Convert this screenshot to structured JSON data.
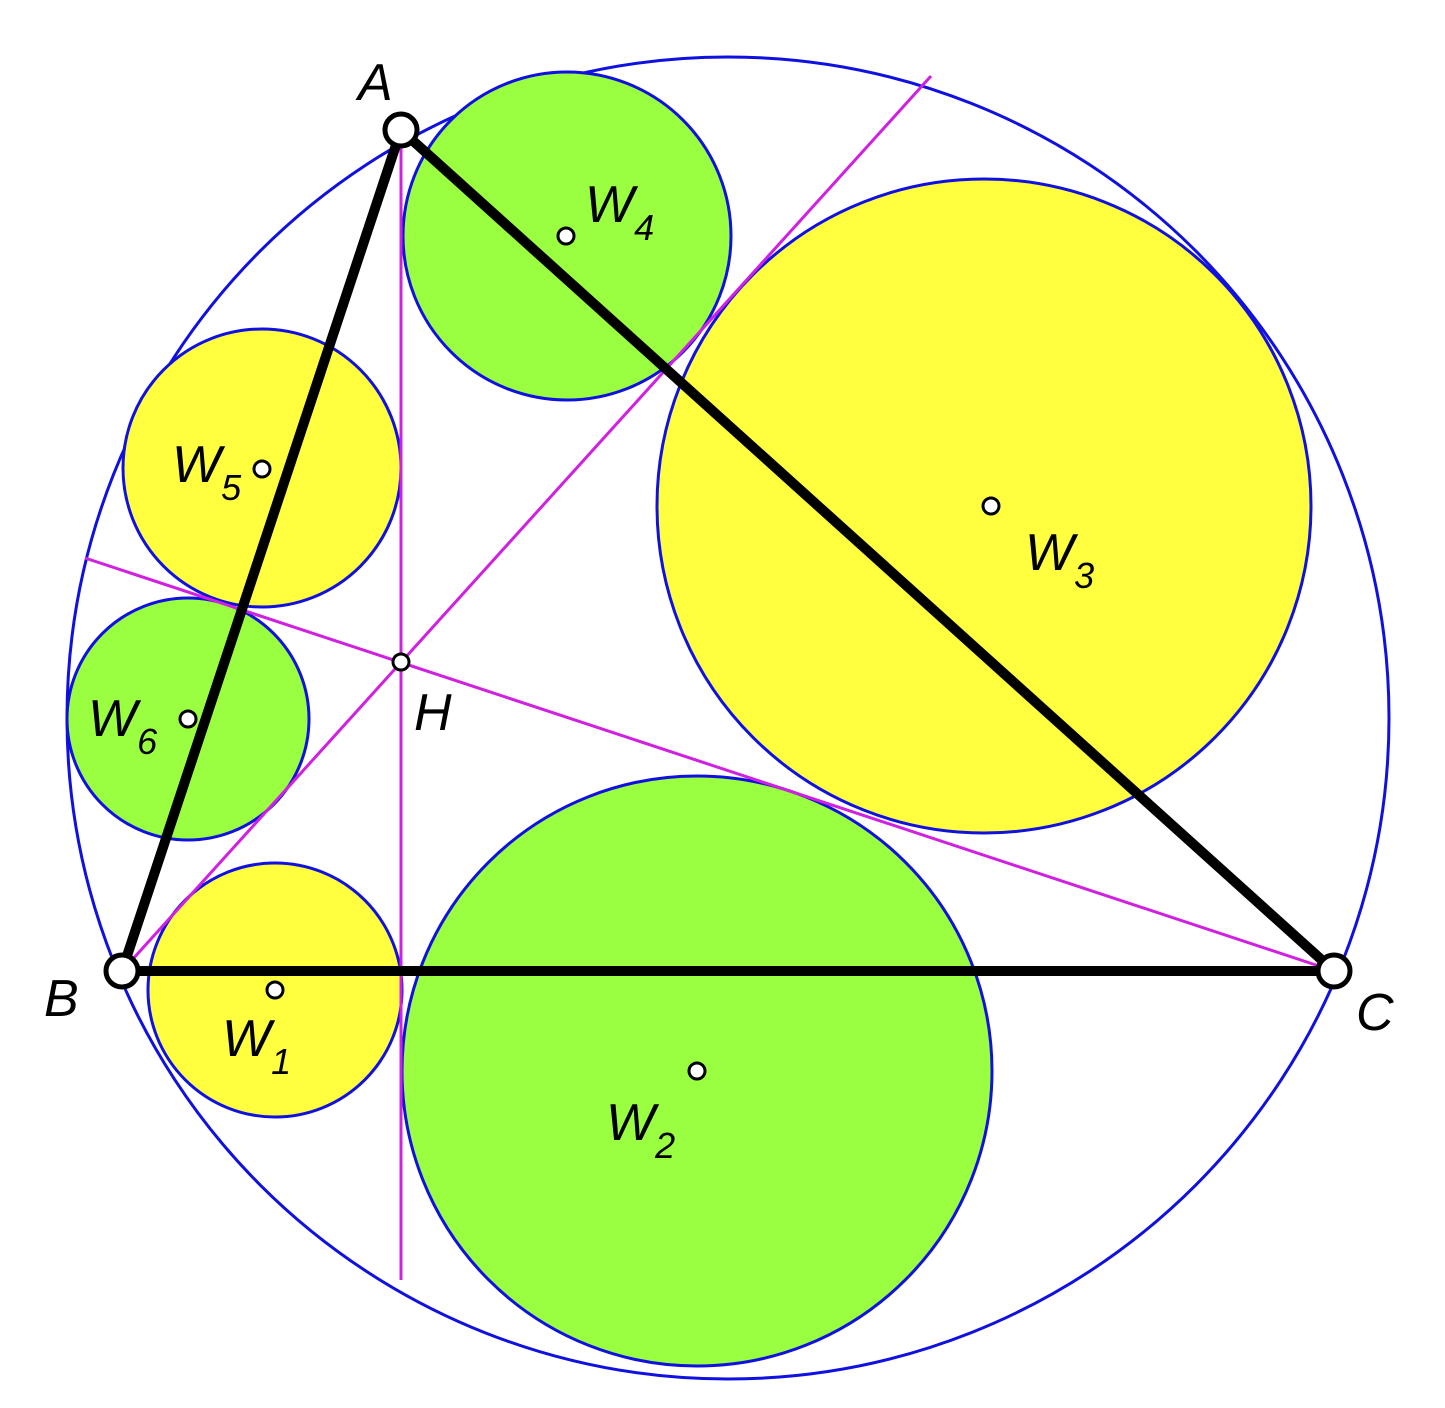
{
  "colors": {
    "background": "#ffffff",
    "circle_stroke": "#1010e0",
    "yellow_fill": "#ffff40",
    "green_fill": "#99ff40",
    "altitude_line": "#d020e0",
    "triangle_side": "#000000",
    "point_fill": "#ffffff",
    "point_stroke": "#000000"
  },
  "vertices": [
    {
      "id": "A",
      "label": "A"
    },
    {
      "id": "B",
      "label": "B"
    },
    {
      "id": "C",
      "label": "C"
    }
  ],
  "orthocenter": {
    "label": "H"
  },
  "circles": [
    {
      "id": "W1",
      "base": "W",
      "sub": "1",
      "fill": "yellow"
    },
    {
      "id": "W2",
      "base": "W",
      "sub": "2",
      "fill": "green"
    },
    {
      "id": "W3",
      "base": "W",
      "sub": "3",
      "fill": "yellow"
    },
    {
      "id": "W4",
      "base": "W",
      "sub": "4",
      "fill": "green"
    },
    {
      "id": "W5",
      "base": "W",
      "sub": "5",
      "fill": "yellow"
    },
    {
      "id": "W6",
      "base": "W",
      "sub": "6",
      "fill": "green"
    }
  ]
}
